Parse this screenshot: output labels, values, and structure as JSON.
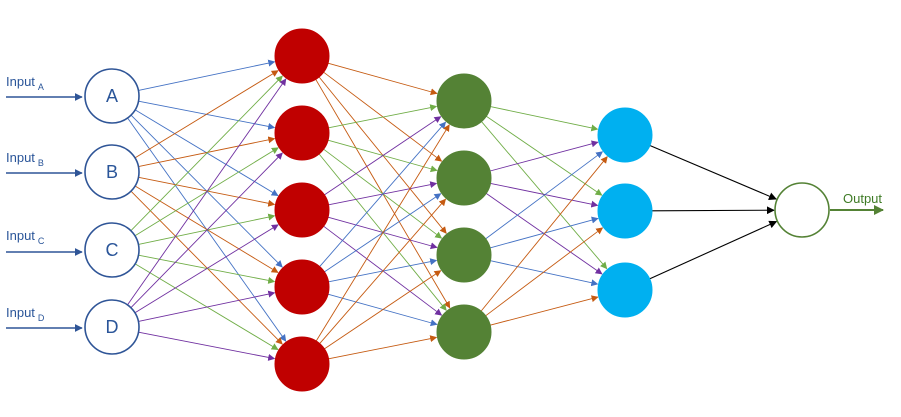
{
  "inputs": [
    {
      "label": "Input",
      "sub": "A",
      "node": "A"
    },
    {
      "label": "Input",
      "sub": "B",
      "node": "B"
    },
    {
      "label": "Input",
      "sub": "C",
      "node": "C"
    },
    {
      "label": "Input",
      "sub": "D",
      "node": "D"
    }
  ],
  "output": {
    "label": "Output"
  },
  "layers": [
    {
      "name": "input-layer",
      "count": 4,
      "fill": "#ffffff",
      "stroke": "#2f5597"
    },
    {
      "name": "hidden-layer-1",
      "count": 5,
      "fill": "#c00000",
      "stroke": "#c00000"
    },
    {
      "name": "hidden-layer-2",
      "count": 4,
      "fill": "#548235",
      "stroke": "#548235"
    },
    {
      "name": "hidden-layer-3",
      "count": 3,
      "fill": "#00b0f0",
      "stroke": "#00b0f0"
    },
    {
      "name": "output-layer",
      "count": 1,
      "fill": "#ffffff",
      "stroke": "#548235"
    }
  ],
  "edge_colors": [
    "#4472c4",
    "#c55a11",
    "#70ad47",
    "#7030a0"
  ],
  "final_edge_color": "#000000",
  "arrow_colors": {
    "input": "#2f5597",
    "output": "#548235"
  }
}
